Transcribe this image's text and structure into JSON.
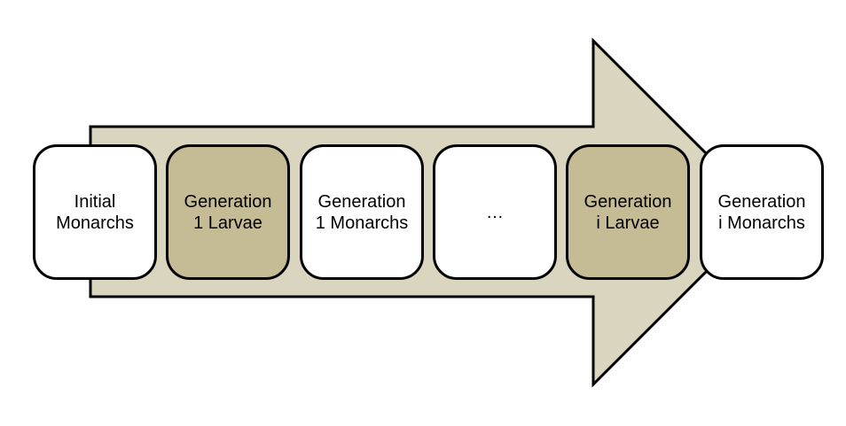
{
  "diagram": {
    "type": "process-arrow-flow",
    "colors": {
      "arrow_fill": "#DAD5BE",
      "outline": "#000000",
      "step_light": "#FFFFFF",
      "step_dark": "#C5BC95"
    },
    "arrow": {
      "fill": "#DAD5BE",
      "stroke": "#000000"
    },
    "steps": [
      {
        "line1": "Initial",
        "line2": "Monarchs",
        "fill": "#FFFFFF"
      },
      {
        "line1": "Generation",
        "line2": "1 Larvae",
        "fill": "#C5BC95"
      },
      {
        "line1": "Generation",
        "line2": "1 Monarchs",
        "fill": "#FFFFFF"
      },
      {
        "line1": "…",
        "line2": "",
        "fill": "#FFFFFF"
      },
      {
        "line1": "Generation",
        "line2": "i Larvae",
        "fill": "#C5BC95"
      },
      {
        "line1": "Generation",
        "line2": "i Monarchs",
        "fill": "#FFFFFF"
      }
    ]
  }
}
